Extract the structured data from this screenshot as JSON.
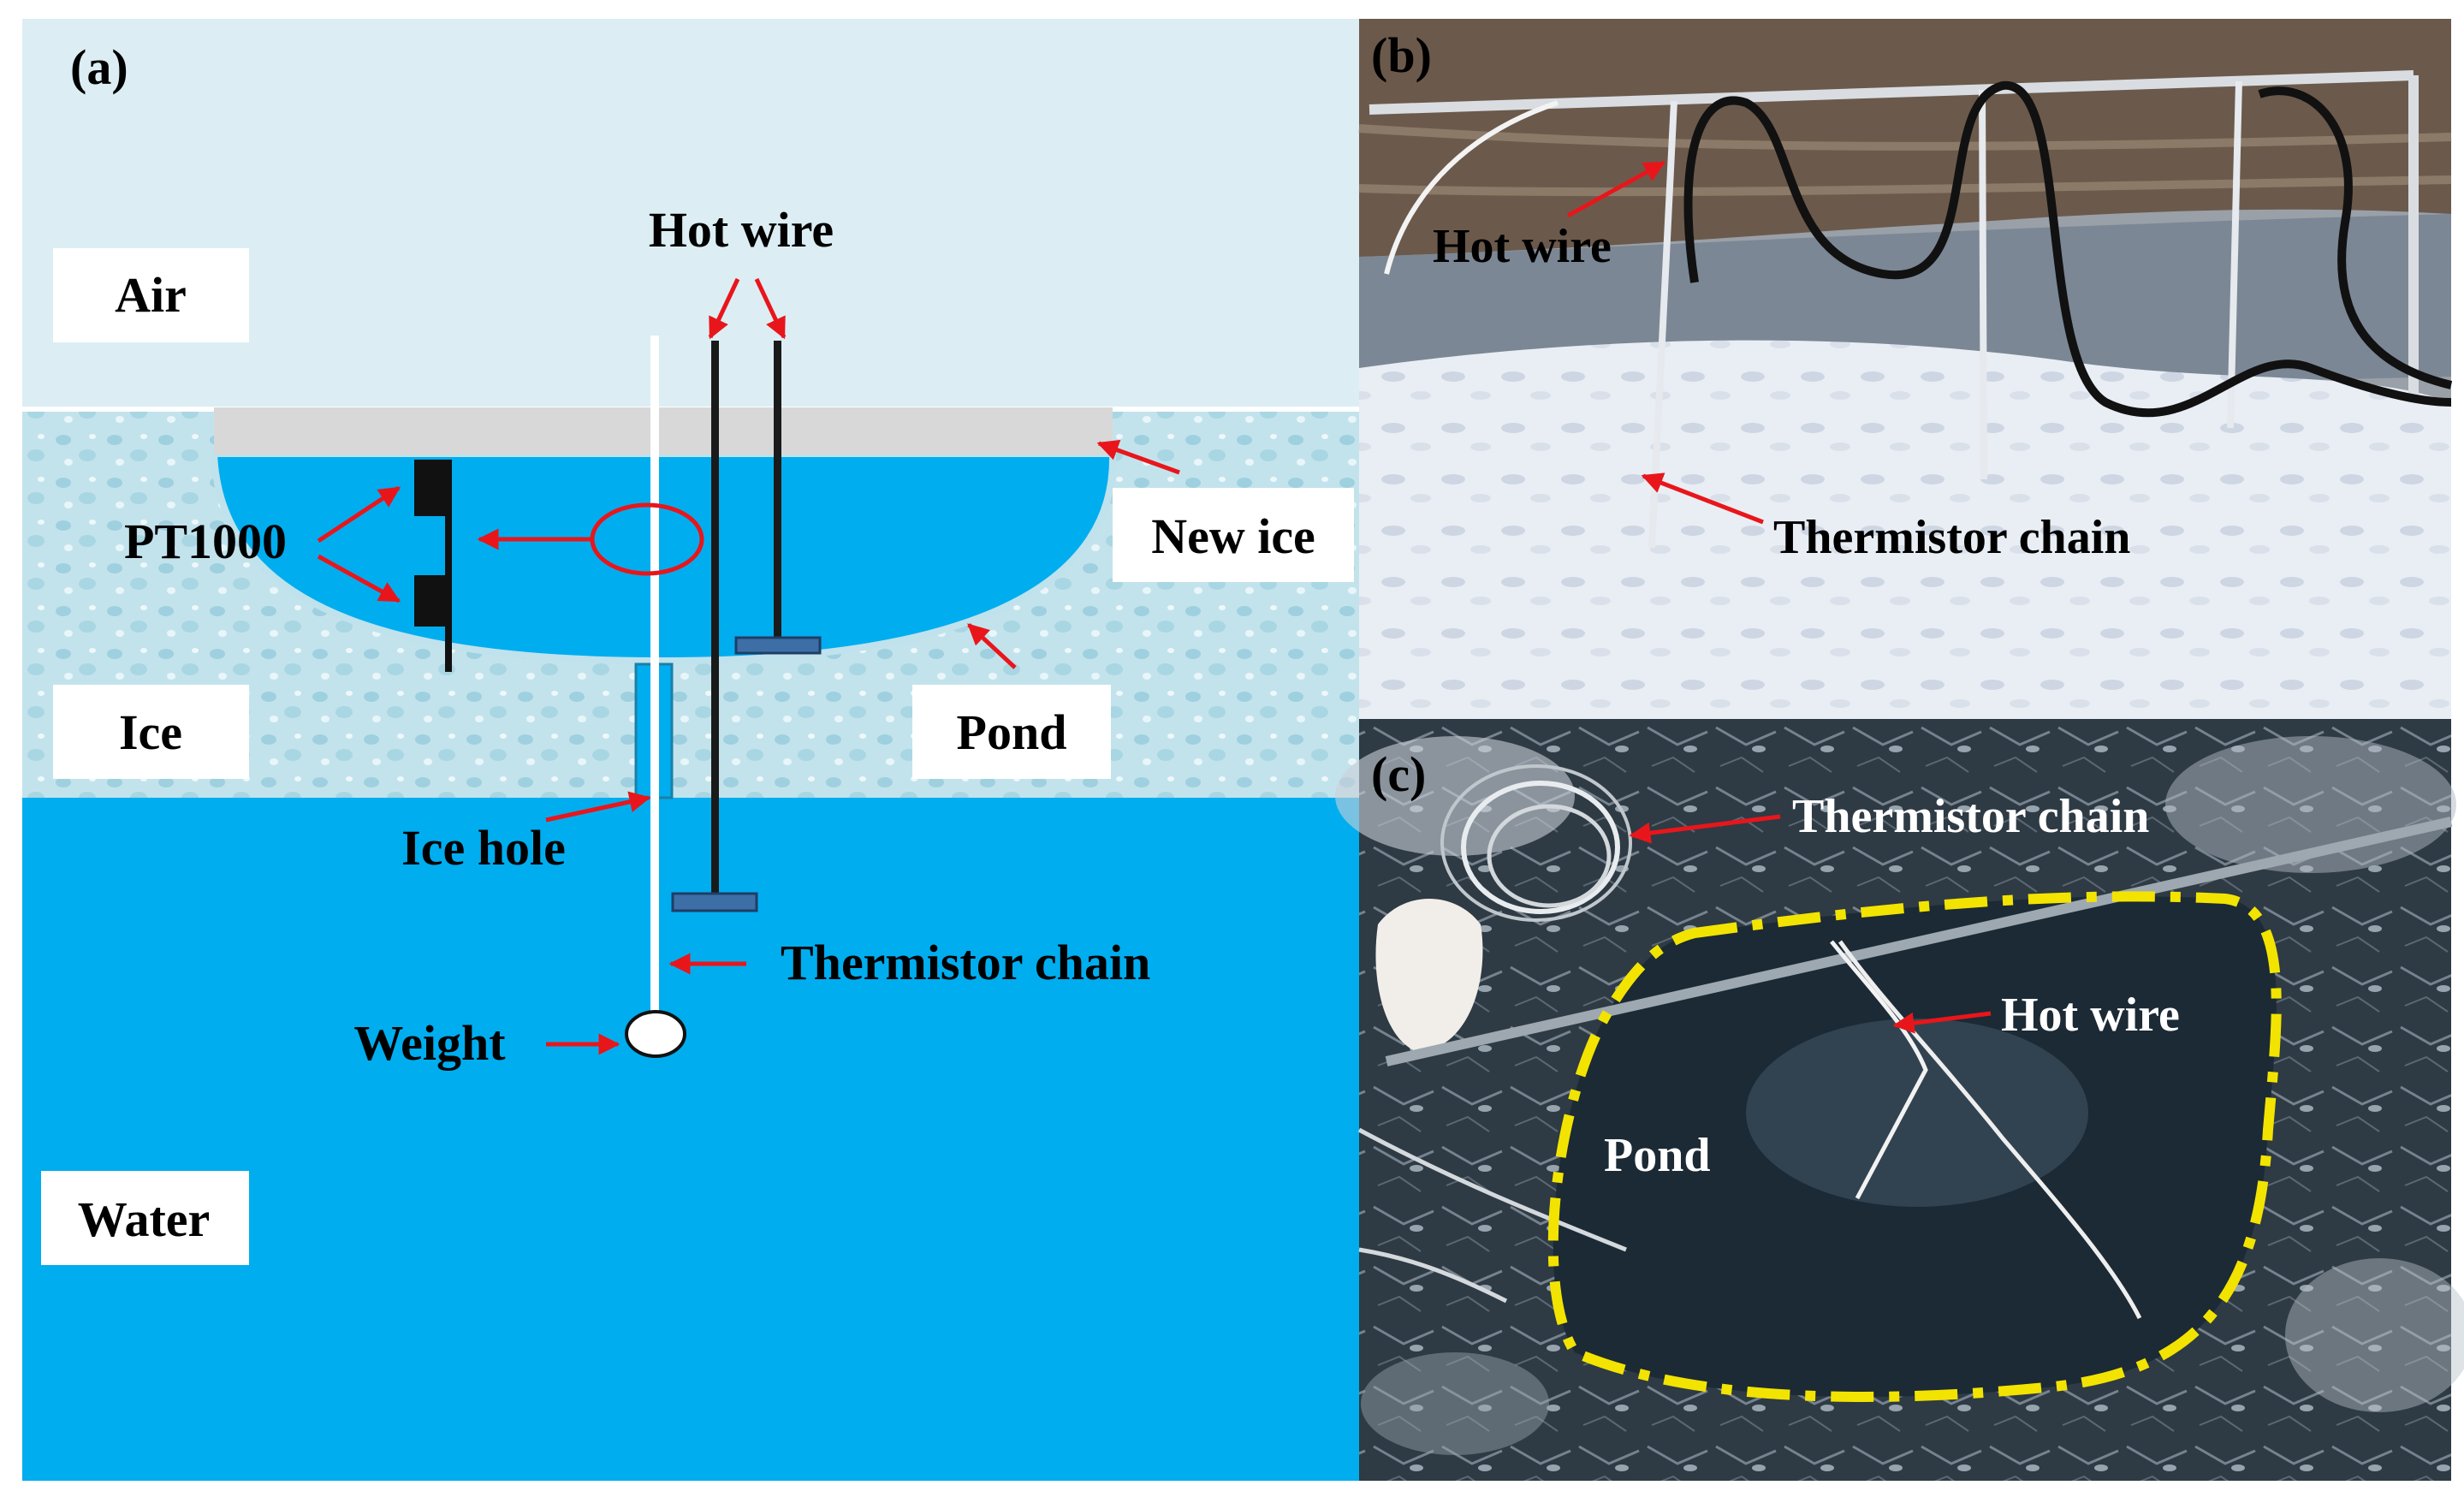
{
  "panel_a": {
    "label": "(a)",
    "labels": {
      "air": "Air",
      "ice": "Ice",
      "water": "Water",
      "new_ice": "New ice",
      "pond": "Pond",
      "pt1000": "PT1000",
      "hot_wire": "Hot wire",
      "ice_hole": "Ice hole",
      "thermistor_chain": "Thermistor chain",
      "weight": "Weight"
    }
  },
  "panel_b": {
    "label": "(b)",
    "labels": {
      "hot_wire": "Hot wire",
      "thermistor_chain": "Thermistor chain"
    }
  },
  "panel_c": {
    "label": "(c)",
    "labels": {
      "thermistor_chain": "Thermistor chain",
      "hot_wire": "Hot wire",
      "pond": "Pond"
    }
  },
  "colors": {
    "air": "#dceef3",
    "ice": "#bfe2ec",
    "water": "#00adef",
    "new_ice": "#d8d8d8",
    "arrow": "#e8161b",
    "highlight": "#f2e400"
  }
}
